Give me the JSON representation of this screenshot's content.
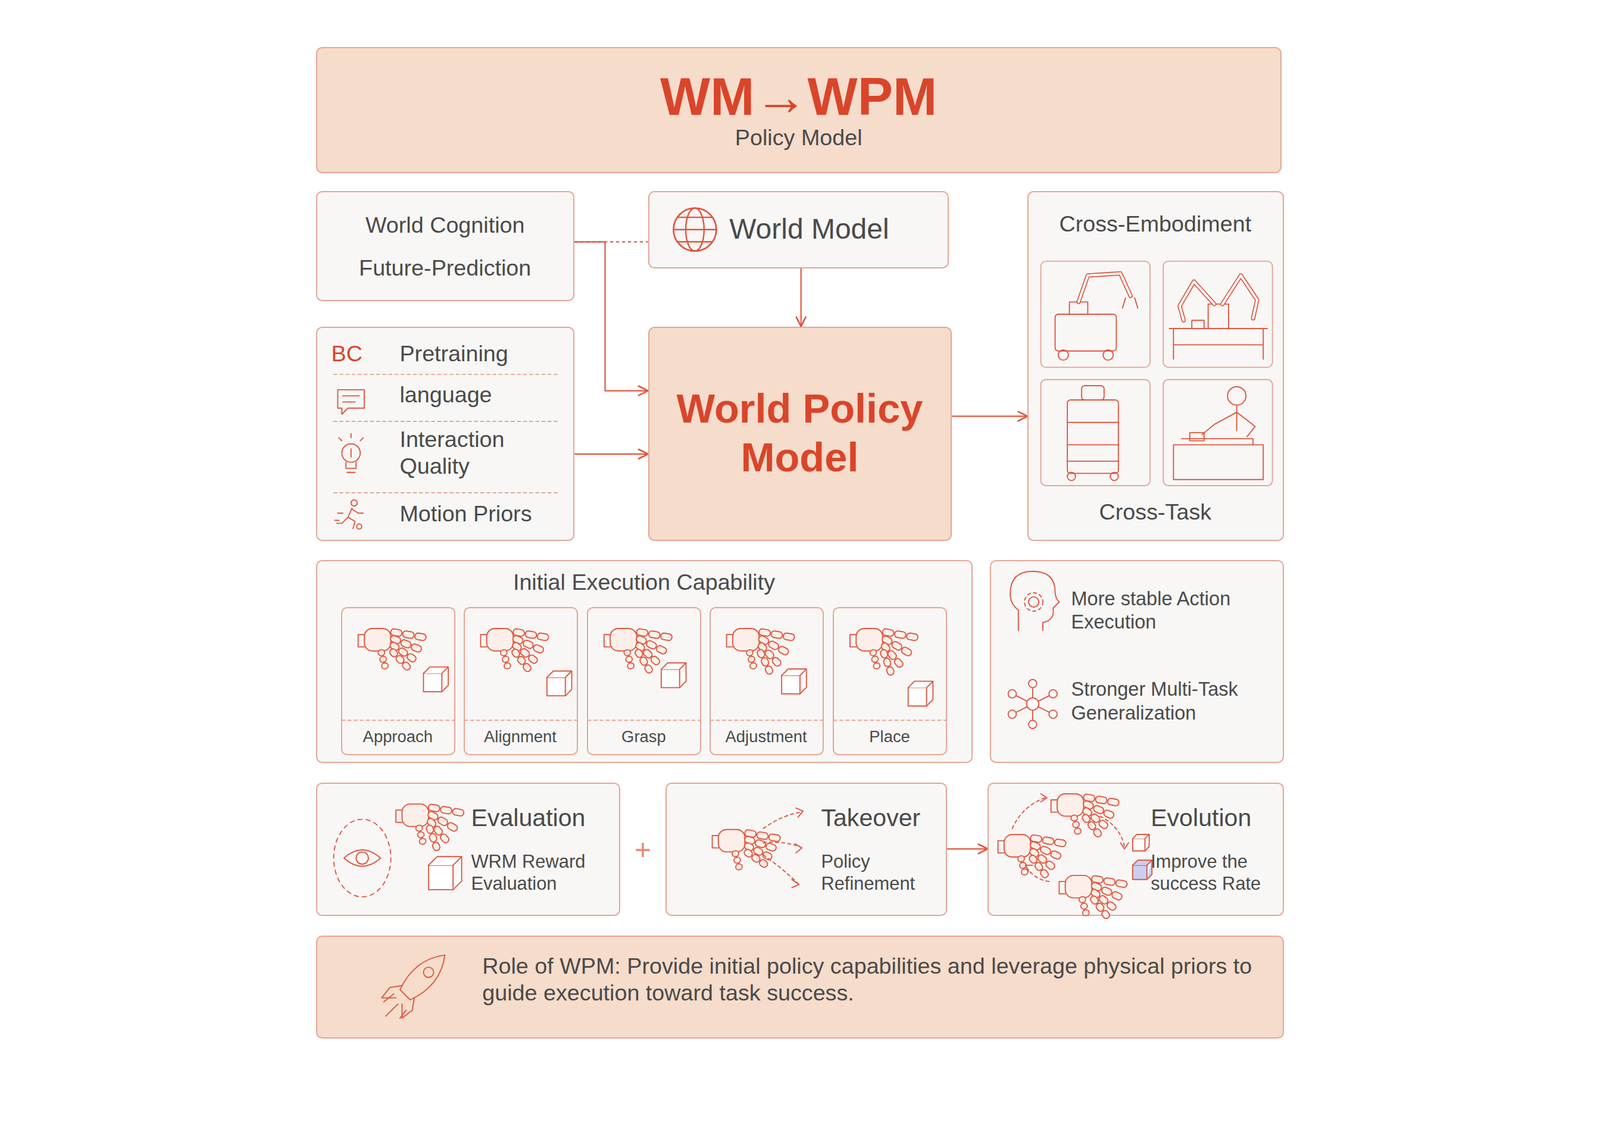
{
  "diagram": {
    "nodes": [
      {
        "text": [
          "WM→WPM",
          "Policy Model"
        ]
      },
      {
        "text": [
          "World Cognition",
          "Future-Prediction"
        ]
      },
      {
        "text": [
          "World Model"
        ]
      },
      {
        "text": [
          "BC",
          "Pretraining",
          "language",
          "Interaction Quality",
          "Motion Priors"
        ]
      },
      {
        "text": [
          "World Policy Model"
        ]
      },
      {
        "text": [
          "Cross-Embodiment",
          "Cross-Task"
        ]
      },
      {
        "text": [
          "Initial Execution Capability"
        ]
      },
      {
        "text": [
          "Approach"
        ],
        "in": 6
      },
      {
        "text": [
          "Alignment"
        ],
        "in": 6
      },
      {
        "text": [
          "Grasp"
        ],
        "in": 6
      },
      {
        "text": [
          "Adjustment"
        ],
        "in": 6
      },
      {
        "text": [
          "Place"
        ],
        "in": 6
      },
      {
        "text": [
          "More stable Action Execution",
          "Stronger Multi-Task Generalization"
        ]
      },
      {
        "text": [
          "Evaluation",
          "WRM Reward Evaluation"
        ]
      },
      {
        "text": [
          "Takeover",
          "Policy Refinement"
        ]
      },
      {
        "text": [
          "Evolution",
          "Improve the success Rate"
        ]
      },
      {
        "text": [
          "Role of WPM: Provide initial policy capabilities and leverage physical priors to guide execution toward task success."
        ]
      }
    ],
    "edges": [
      {
        "from": 1,
        "to": 2,
        "arrow": "none"
      },
      {
        "from": 1,
        "to": 4,
        "arrow": "to"
      },
      {
        "from": 2,
        "to": 4,
        "arrow": "to"
      },
      {
        "from": 3,
        "to": 4,
        "arrow": "to"
      },
      {
        "from": 4,
        "to": 5,
        "arrow": "to"
      },
      {
        "from": 14,
        "to": 15,
        "arrow": "to"
      }
    ],
    "labels": [
      "+"
    ]
  }
}
